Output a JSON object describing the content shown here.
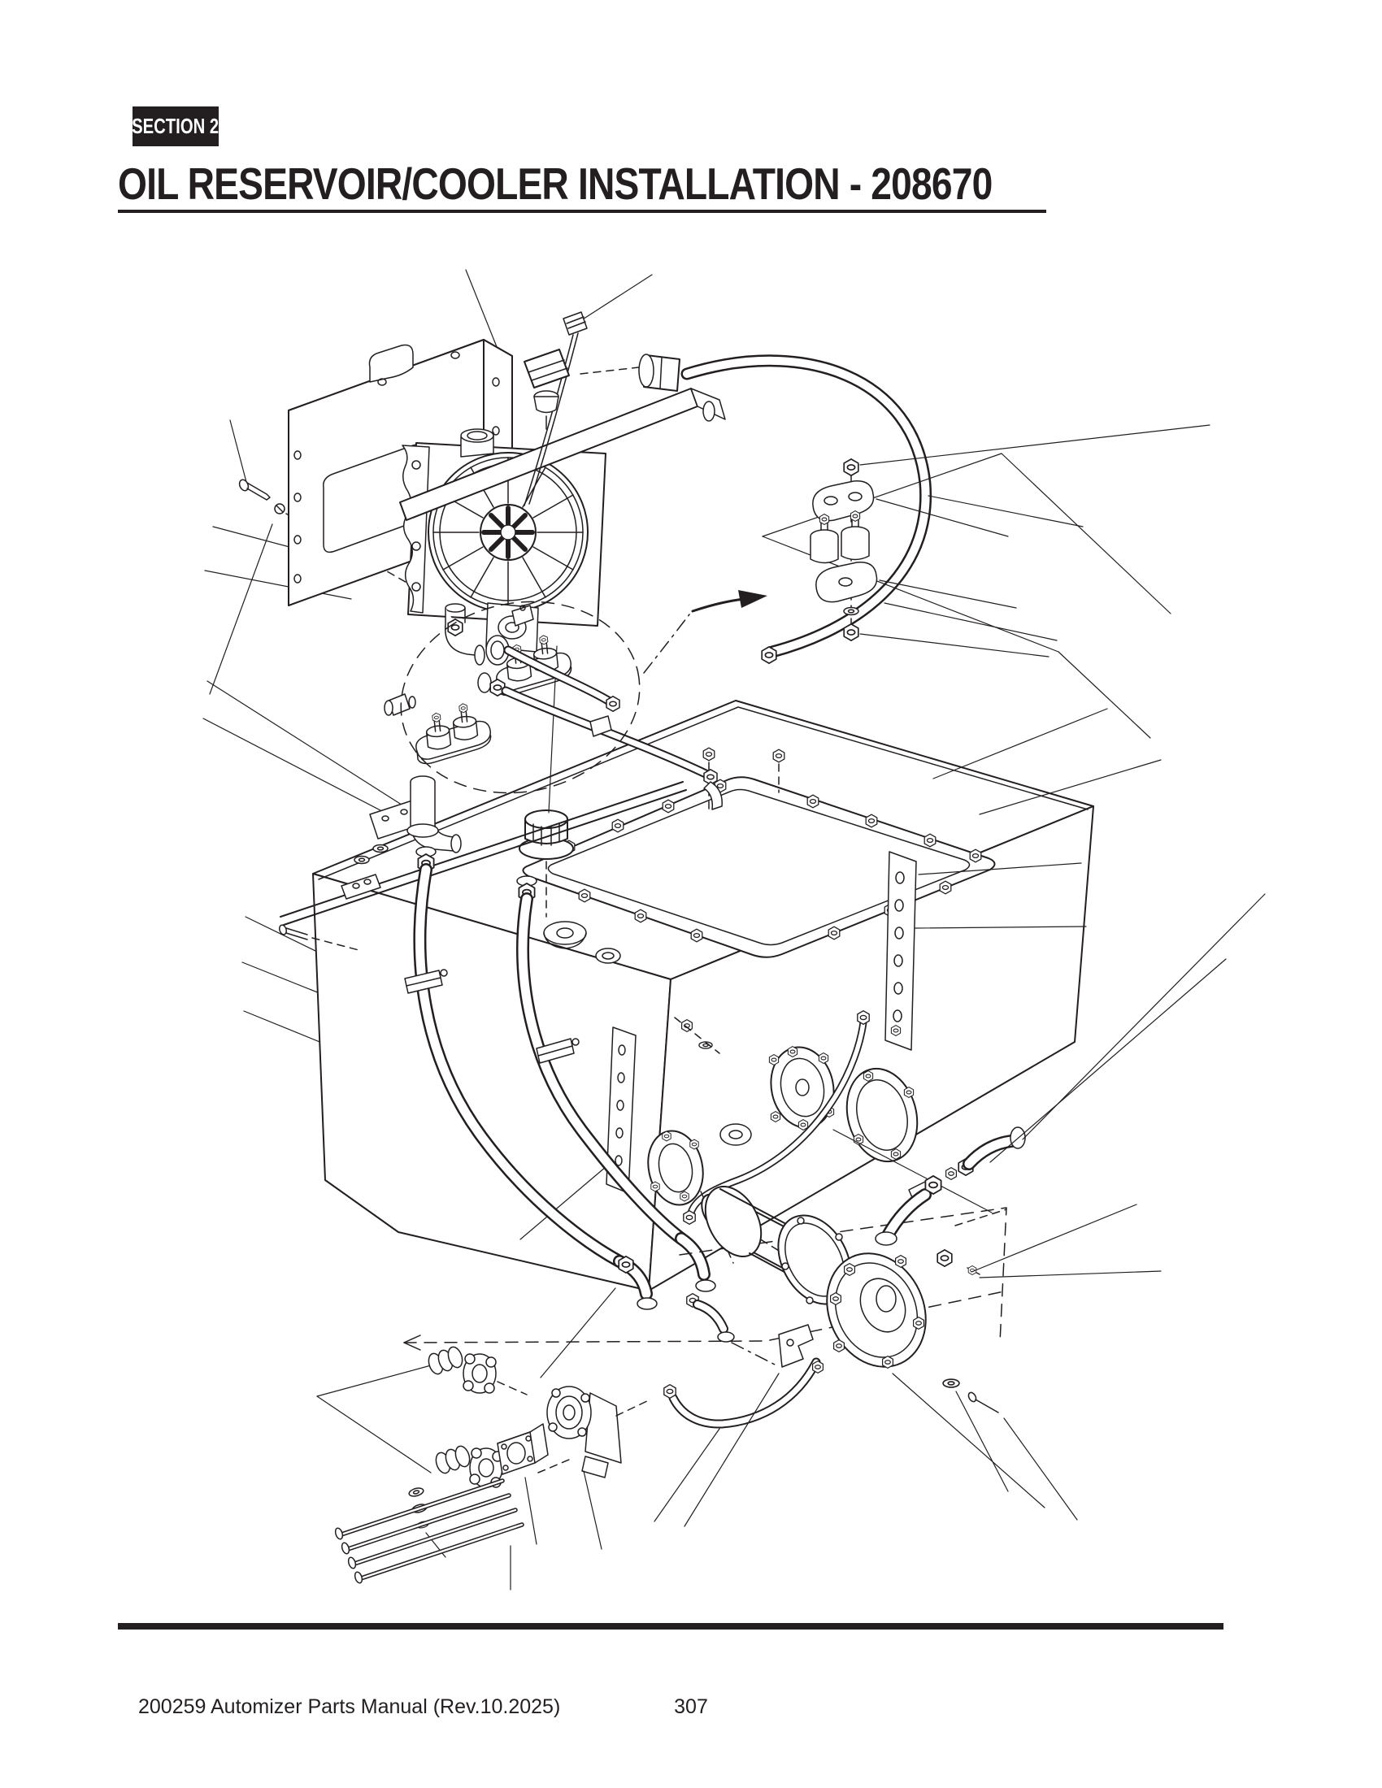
{
  "header": {
    "section_badge": "SECTION 2",
    "title": "OIL RESERVOIR/COOLER INSTALLATION - 208670"
  },
  "footer": {
    "left_text": "200259 Automizer Parts Manual (Rev.10.2025)",
    "page_number": "307"
  },
  "diagram": {
    "kind": "exploded-parts-line-drawing",
    "line_color": "#231f20",
    "paper_color": "#ffffff"
  }
}
